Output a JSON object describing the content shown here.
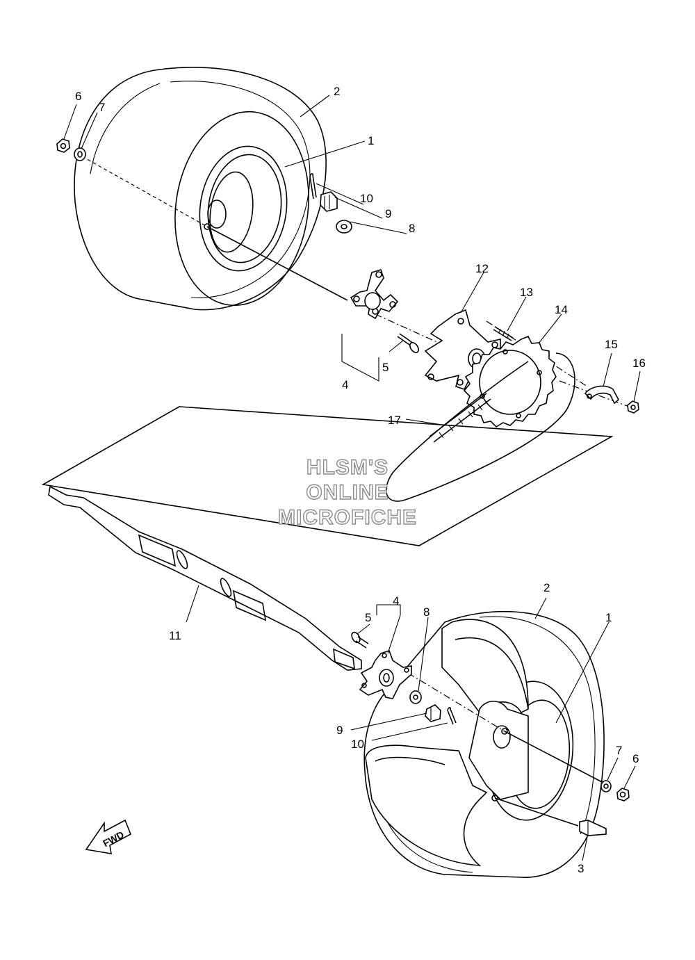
{
  "watermark": {
    "line1": "HLSM'S",
    "line2": "ONLINE",
    "line3": "MICROFICHE"
  },
  "direction_marker": "FWD",
  "callouts": {
    "c1_top": "1",
    "c2_top": "2",
    "c4_top": "4",
    "c5_top": "5",
    "c6_top": "6",
    "c7_top": "7",
    "c8_top": "8",
    "c9_top": "9",
    "c10_top": "10",
    "c12": "12",
    "c13": "13",
    "c14": "14",
    "c15": "15",
    "c16": "16",
    "c17": "17",
    "c11": "11",
    "c1_bot": "1",
    "c2_bot": "2",
    "c3": "3",
    "c4_bot": "4",
    "c5_bot": "5",
    "c6_bot": "6",
    "c7_bot": "7",
    "c8_bot": "8",
    "c9_bot": "9",
    "c10_bot": "10"
  }
}
